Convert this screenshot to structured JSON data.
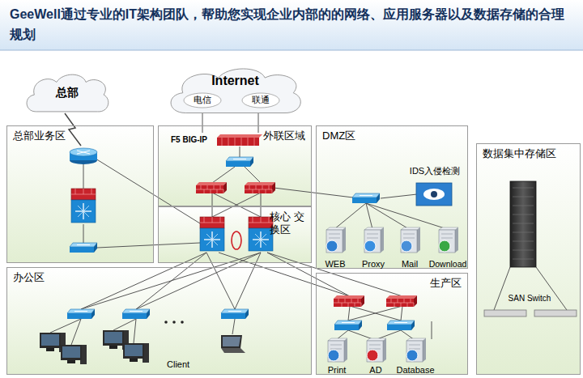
{
  "diagram": {
    "title": "GeeWell通过专业的IT架构团队，帮助您实现企业内部的的网络、应用服务器以及数据存储的合理规划",
    "nodes": [
      {
        "text": [
          "总部"
        ]
      },
      {
        "text": [
          "Internet"
        ]
      },
      {
        "text": [
          "电信"
        ],
        "in": 1
      },
      {
        "text": [
          "联通"
        ],
        "in": 1
      },
      {
        "text": [
          "总部业务区"
        ]
      },
      {
        "text": [
          "外联区域"
        ]
      },
      {
        "text": [
          "F5 BIG-IP"
        ],
        "in": 5
      },
      {
        "text": [
          "DMZ区"
        ]
      },
      {
        "text": [
          "IDS入侵检测"
        ],
        "in": 7
      },
      {
        "text": [
          "核心 交换区"
        ]
      },
      {
        "text": [
          "WEB"
        ],
        "in": 7
      },
      {
        "text": [
          "Proxy"
        ],
        "in": 7
      },
      {
        "text": [
          "Mail"
        ],
        "in": 7
      },
      {
        "text": [
          "Download"
        ],
        "in": 7
      },
      {
        "text": [
          "数据集中存储区"
        ]
      },
      {
        "text": [
          "办公区"
        ]
      },
      {
        "text": [
          "生产区"
        ]
      },
      {
        "text": [
          "Print"
        ],
        "in": 16
      },
      {
        "text": [
          "AD"
        ],
        "in": 16
      },
      {
        "text": [
          "Database"
        ],
        "in": 16
      },
      {
        "text": [
          "SAN Switch"
        ],
        "in": 14
      }
    ],
    "edges": [
      {
        "from": 2,
        "to": 6,
        "arrow": "none"
      },
      {
        "from": 3,
        "to": 6,
        "arrow": "none"
      },
      {
        "from": 20,
        "to": 19,
        "arrow": "none"
      }
    ],
    "labels": [
      "Client"
    ]
  }
}
